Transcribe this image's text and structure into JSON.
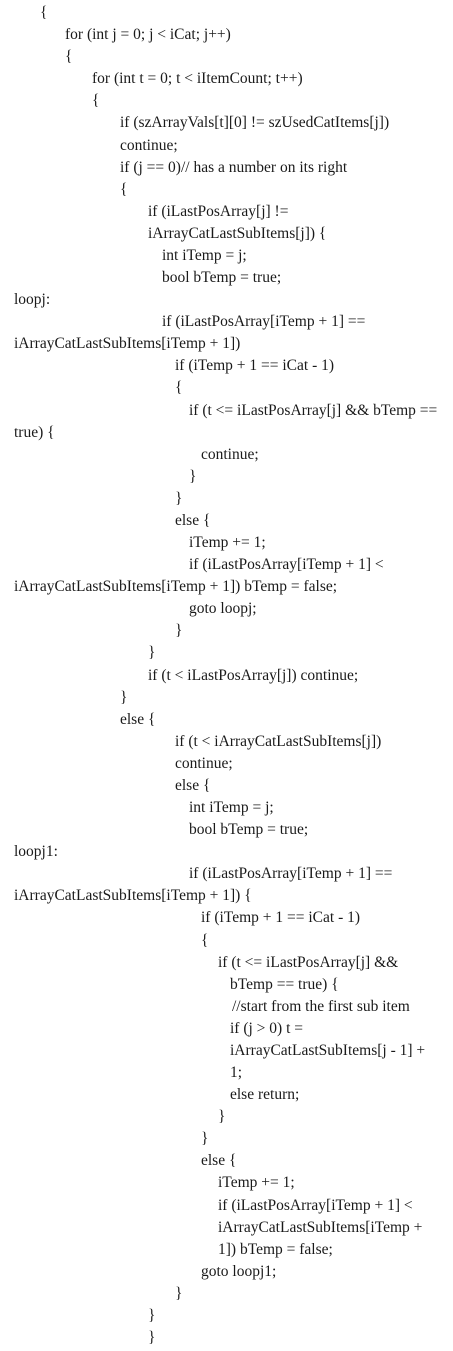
{
  "code": {
    "lines": [
      "{",
      "for (int j = 0; j < iCat; j++)",
      "{",
      "for (int t = 0; t < iItemCount; t++)",
      "{",
      "if (szArrayVals[t][0] != szUsedCatItems[j])",
      "continue;",
      "if (j == 0)// has a number on its right",
      "{",
      "if (iLastPosArray[j] !=",
      "iArrayCatLastSubItems[j]) {",
      "int iTemp = j;",
      "bool bTemp = true;",
      "loopj:",
      "if (iLastPosArray[iTemp + 1] ==",
      "iArrayCatLastSubItems[iTemp + 1])",
      "if (iTemp + 1 == iCat - 1)",
      "{",
      "if (t <= iLastPosArray[j] && bTemp ==",
      "true) {",
      "continue;",
      "}",
      "}",
      "else {",
      "iTemp += 1;",
      "if (iLastPosArray[iTemp + 1] <",
      "iArrayCatLastSubItems[iTemp + 1]) bTemp = false;",
      "goto loopj;",
      "}",
      "}",
      "if (t < iLastPosArray[j]) continue;",
      "}",
      "else {",
      "if (t < iArrayCatLastSubItems[j])",
      "continue;",
      "else {",
      "int iTemp = j;",
      "bool bTemp = true;",
      "loopj1:",
      "if (iLastPosArray[iTemp + 1] ==",
      "iArrayCatLastSubItems[iTemp + 1]) {",
      "if (iTemp + 1 == iCat - 1)",
      "{",
      "if (t <= iLastPosArray[j] &&",
      "bTemp == true) {",
      "//start from the first sub item",
      "if (j > 0) t =",
      "iArrayCatLastSubItems[j - 1] +",
      "1;",
      "else return;",
      "}",
      "}",
      "else {",
      "iTemp += 1;",
      "if (iLastPosArray[iTemp + 1] <",
      "iArrayCatLastSubItems[iTemp +",
      "1]) bTemp = false;",
      "goto loopj1;",
      "}",
      "}",
      "}"
    ]
  }
}
